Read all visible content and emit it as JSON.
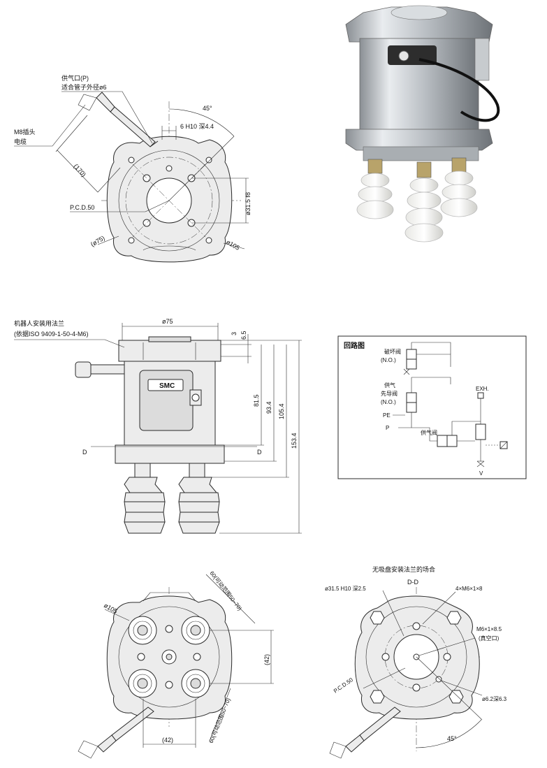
{
  "top_view": {
    "supply_port_label": "供气口(P)",
    "supply_port_tube": "适合管子外径ø6",
    "m8_connector": "M8插头",
    "cable": "电缆",
    "angle": "45°",
    "counterbore": "6 H10 深4.4",
    "dim_170": "(170)",
    "pcd": "P.C.D.50",
    "bore_315": "ø31.5 f8",
    "dia_75": "(ø75)",
    "dia_105": "ø105"
  },
  "side_view": {
    "flange_label": "机器人安装用法兰",
    "flange_standard": "(依据ISO 9409-1-50-4-M6)",
    "dia_75": "ø75",
    "dim_3": "3",
    "dim_65": "6.5",
    "dim_815": "81.5",
    "dim_934": "93.4",
    "dim_1054": "105.4",
    "dim_1534": "153.4",
    "section_d_left": "D",
    "section_d_right": "D",
    "logo": "SMC"
  },
  "circuit": {
    "title": "回路图",
    "break_valve": "破坏阀",
    "break_no": "(N.O.)",
    "supply_pilot_1": "供气",
    "supply_pilot_2": "先导阀",
    "supply_pilot_no": "(N.O.)",
    "pe": "PE",
    "p": "P",
    "supply_valve": "供气阀",
    "exh": "EXH.",
    "v": "V"
  },
  "bottom_view": {
    "dia_105": "ø105",
    "dim_60_a": "60(可动范围50~70)",
    "dim_42_right": "(42)",
    "dim_42_bottom": "(42)",
    "dim_60_b": "60(可动范围50~70)"
  },
  "section_view": {
    "heading": "无吸盘安装法兰的场合",
    "section_label": "D-D",
    "bore": "ø31.5 H10 深2.5",
    "holes": "4×M6×1×8",
    "vacuum_thread": "M6×1×8.5",
    "vacuum_port": "(真空口)",
    "pcd": "P.C.D.50",
    "pin": "ø6.2深6.3",
    "angle": "45°"
  }
}
